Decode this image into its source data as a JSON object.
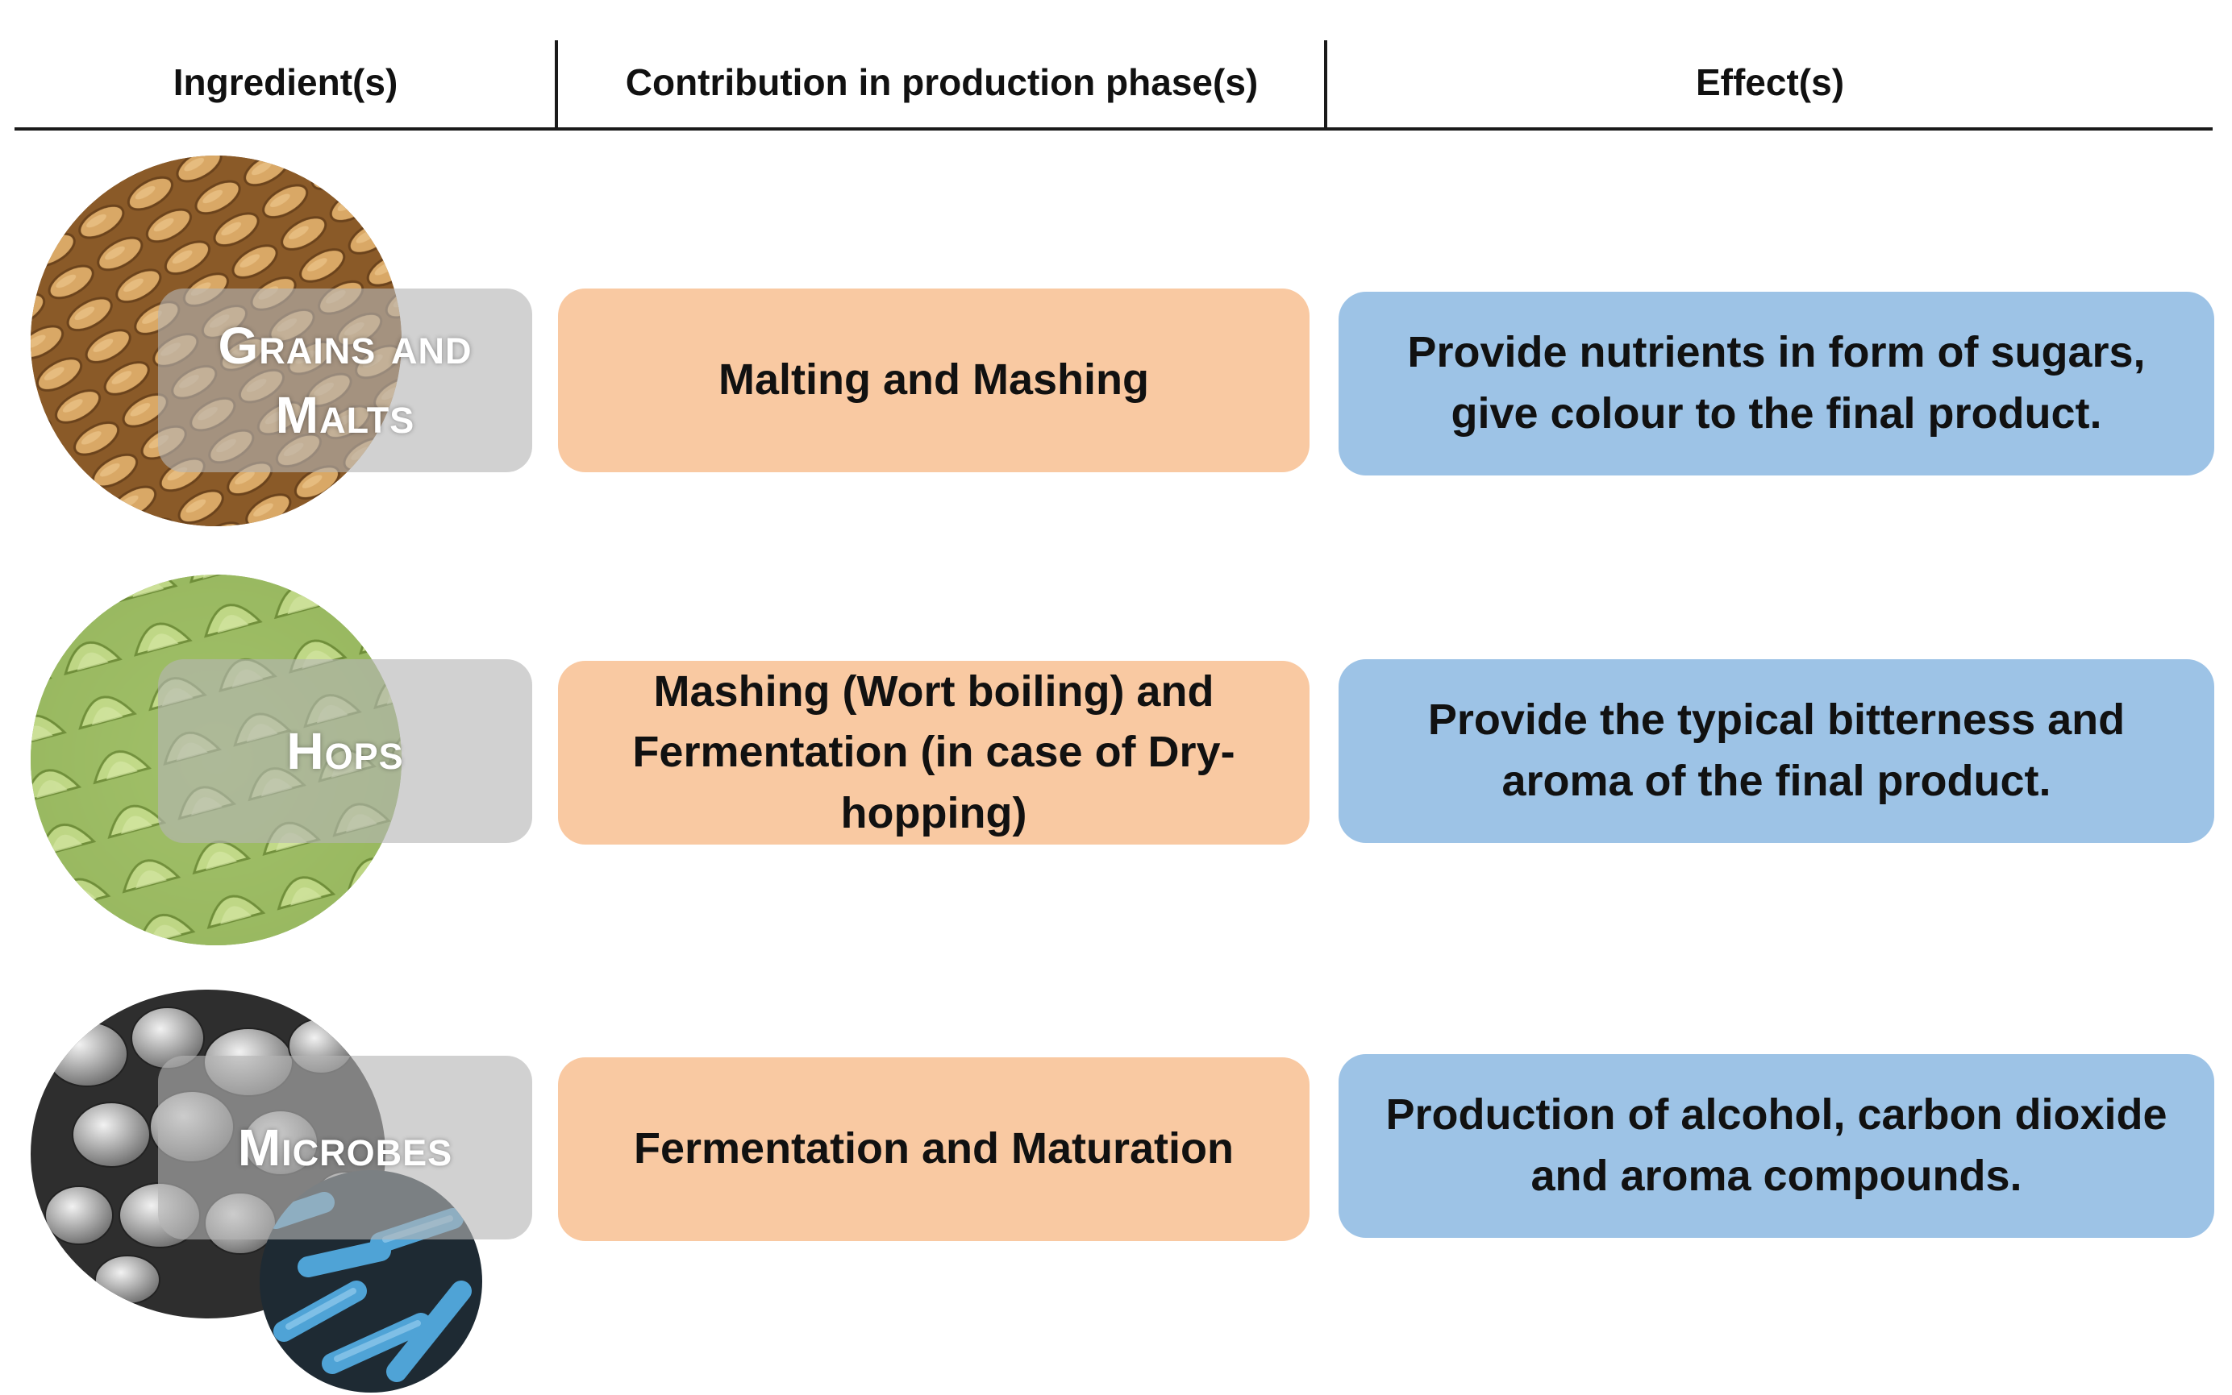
{
  "headers": {
    "ingredients": "Ingredient(s)",
    "contribution": "Contribution in production phase(s)",
    "effects": "Effect(s)"
  },
  "rows": [
    {
      "ingredient": "Grains and Malts",
      "phase": "Malting and Mashing",
      "effect": "Provide nutrients in form of sugars, give colour to the final product.",
      "image_icon": "barley-grains-icon"
    },
    {
      "ingredient": "Hops",
      "phase": "Mashing (Wort boiling) and Fermentation (in case of Dry-hopping)",
      "effect": "Provide the typical bitterness and aroma of the final product.",
      "image_icon": "hop-cones-icon"
    },
    {
      "ingredient": "Microbes",
      "phase": "Fermentation and Maturation",
      "effect": "Production of alcohol, carbon dioxide and aroma compounds.",
      "image_icon": "yeast-cells-icon"
    }
  ],
  "colors": {
    "phase_fill": "#f9c9a2",
    "effect_fill": "#9dc3e6",
    "label_fill": "#b4b4b4"
  }
}
